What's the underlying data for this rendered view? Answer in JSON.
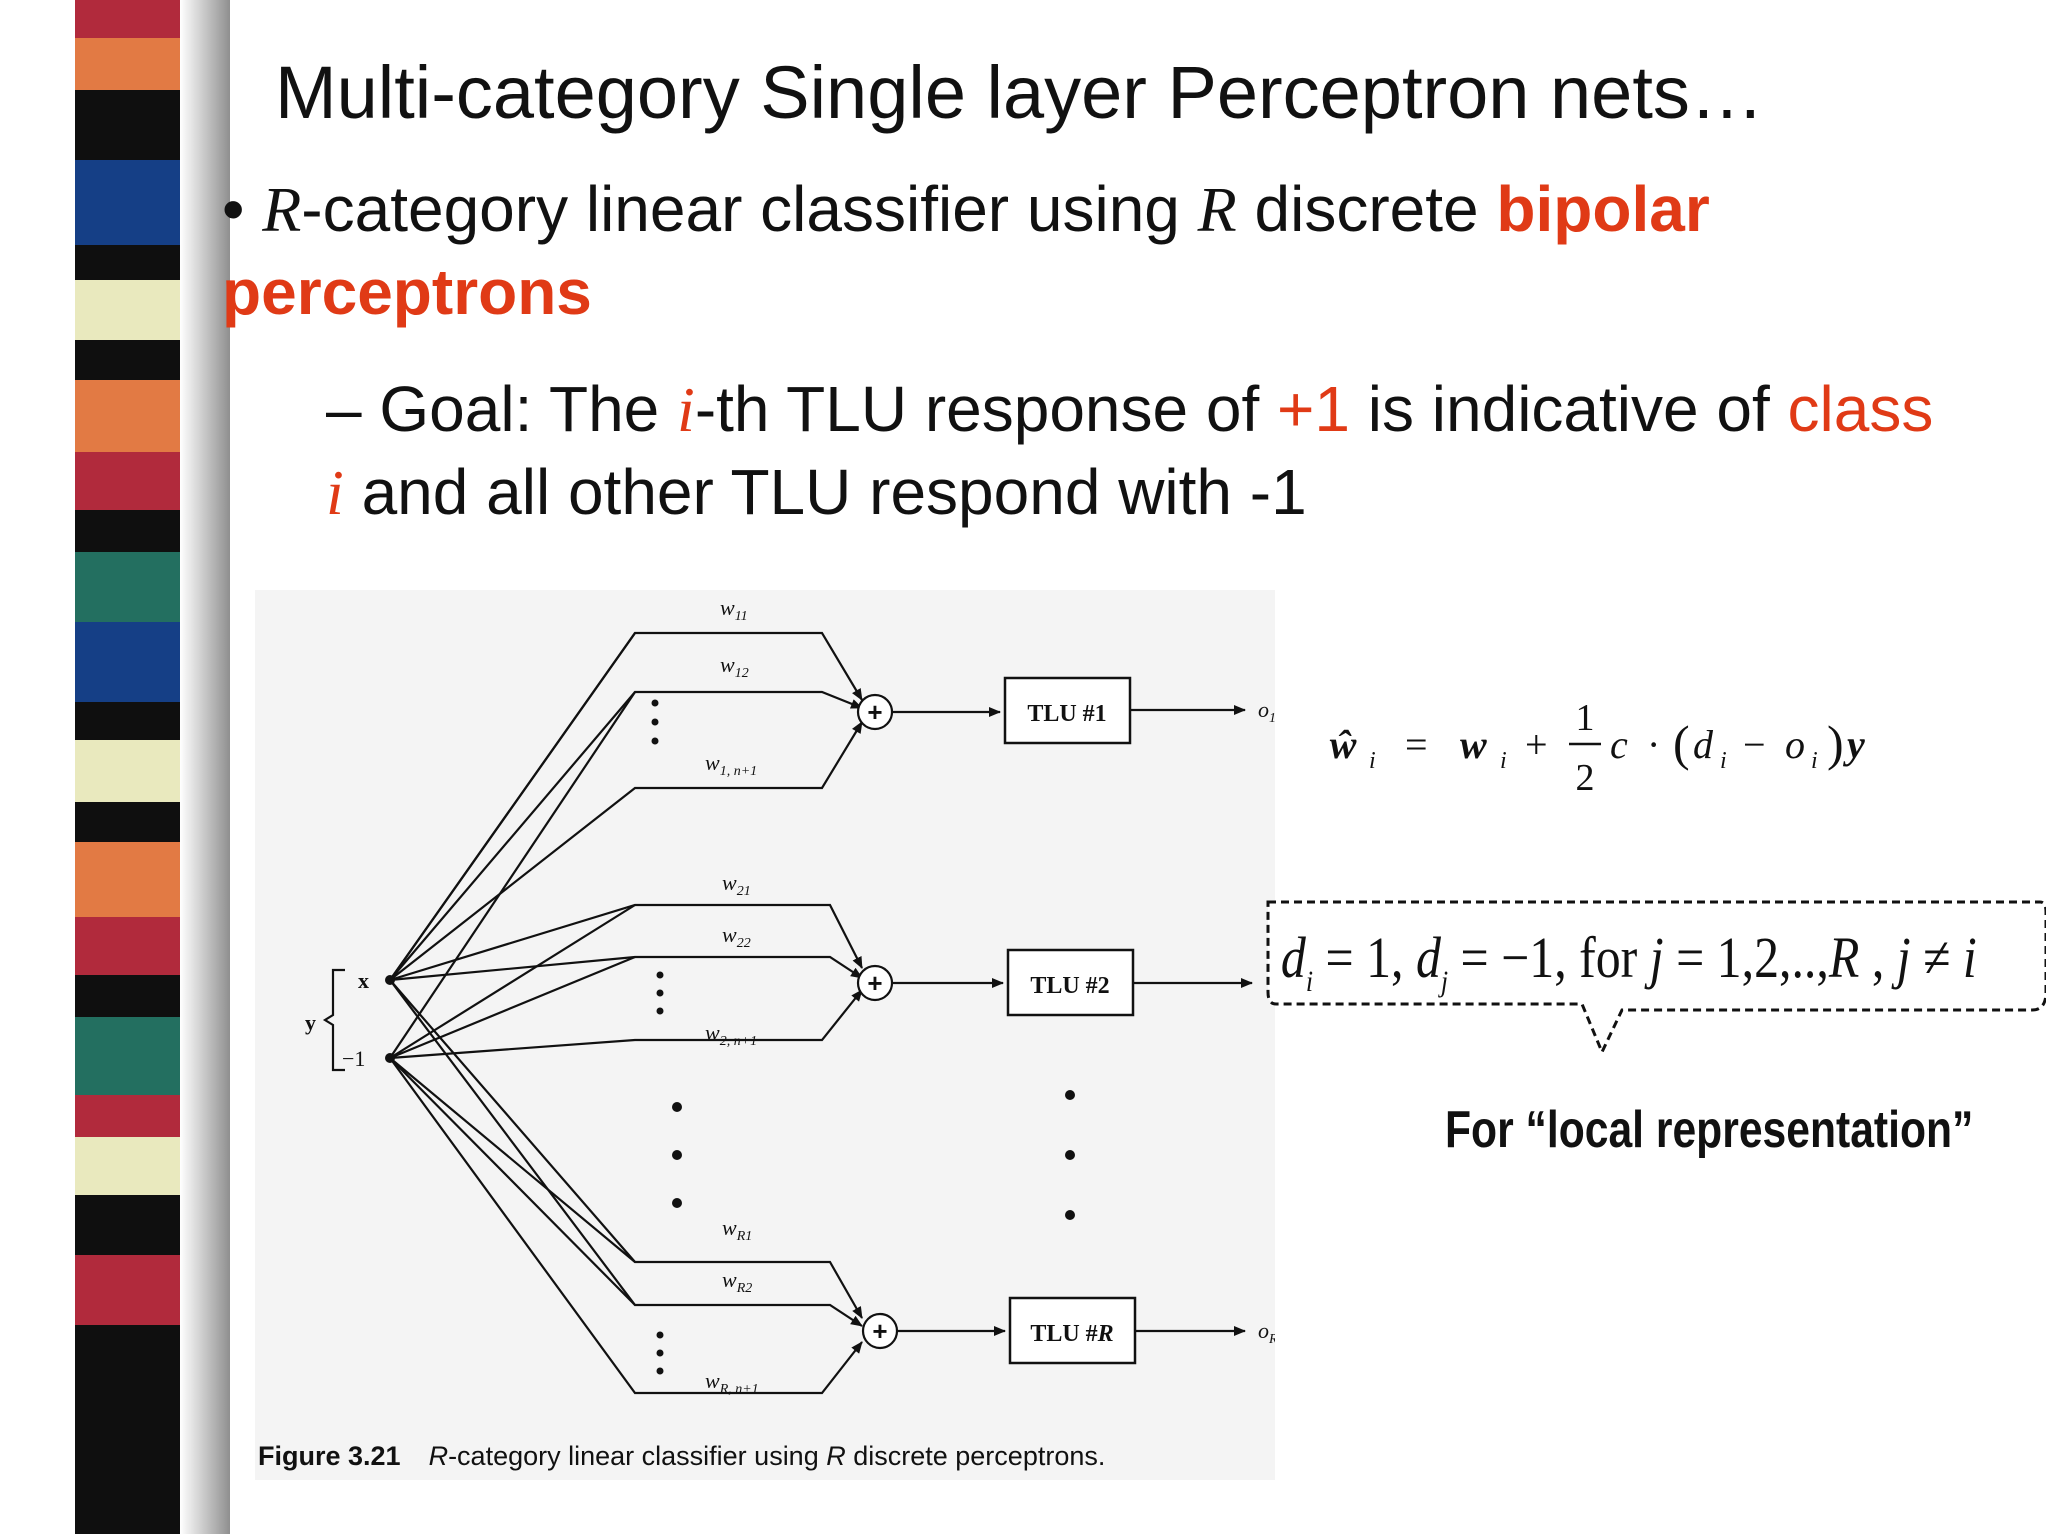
{
  "title": "Multi-category Single layer Perceptron nets…",
  "bullet": {
    "marker": "•",
    "R1": "R",
    "text1": "-category linear classifier using ",
    "R2": "R",
    "text2": " discrete ",
    "highlight": "bipolar perceptrons"
  },
  "sub": {
    "dash": "– Goal: The ",
    "i1": "i",
    "text1": "-th TLU response of ",
    "plus": "+1",
    "text2": " is indicative of ",
    "classword": "class ",
    "i2": "i",
    "text3": " and all other TLU respond with -1"
  },
  "figure": {
    "w11": "w",
    "w11_sub": "11",
    "w12": "w",
    "w12_sub": "12",
    "w1n": "w",
    "w1n_sub": "1, n+1",
    "w21": "w",
    "w21_sub": "21",
    "w22": "w",
    "w22_sub": "22",
    "w2n": "w",
    "w2n_sub": "2, n+1",
    "wR1": "w",
    "wR1_sub": "R1",
    "wR2": "w",
    "wR2_sub": "R2",
    "wRn": "w",
    "wRn_sub": "R, n+1",
    "tlu1": "TLU #1",
    "tlu2": "TLU #2",
    "tluR_prefix": "TLU #",
    "tluR_suffix": "R",
    "sum": "+",
    "o1": "o",
    "o1_sub": "1",
    "oR": "o",
    "oR_sub": "R",
    "x": "x",
    "y": "y",
    "minus1": "−1",
    "caption_label": "Figure 3.21",
    "caption_text1": "R",
    "caption_text2": "-category linear classifier using ",
    "caption_text3": "R",
    "caption_text4": " discrete perceptrons."
  },
  "formula": {
    "w_hat": "ŵ",
    "sub_i": "i",
    "eq": "=",
    "w": "w",
    "plus": "+",
    "num": "1",
    "den": "2",
    "c": "c",
    "dot": "·",
    "lparen": "(",
    "d": "d",
    "minus": "−",
    "o": "o",
    "rparen": ")",
    "y": "y"
  },
  "callout": {
    "d": "d",
    "sub_i": "i",
    "eq1": " = 1, ",
    "d2": "d",
    "sub_j": "j",
    "eq2": " = −1, for ",
    "j": "j",
    "eq3": " = 1,2,..,",
    "R": "R",
    "comma": " , ",
    "j2": "j",
    "neq": " ≠ ",
    "i": "i"
  },
  "local_note": "For “local representation”",
  "colors": {
    "accent_red": "#e03a16",
    "stripe": [
      "#b12a3c",
      "#e27a44",
      "#0f0f0f",
      "#153f86",
      "#e9e9be",
      "#236f60"
    ]
  }
}
